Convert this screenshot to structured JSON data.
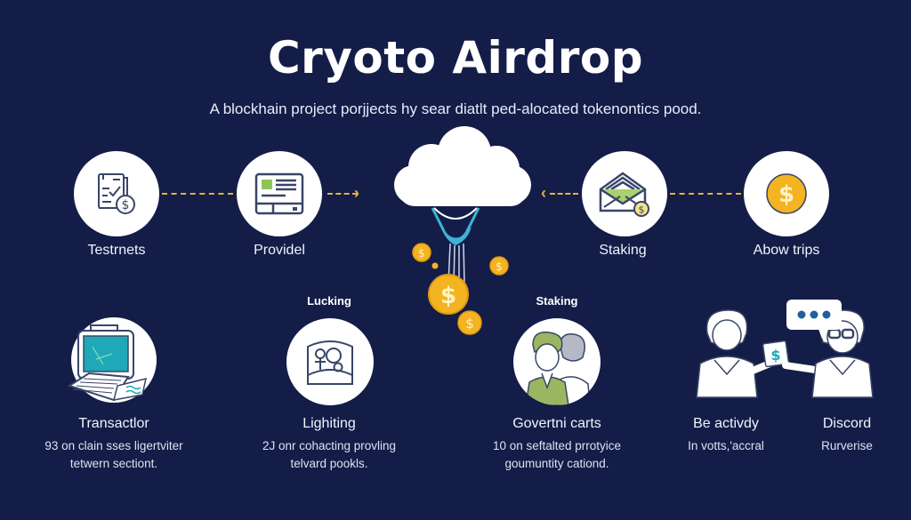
{
  "header": {
    "title": "Cryoto Airdrop",
    "subtitle": "A blockhain project porjjects hy sear diatlt ped-alocated tokenontics pood."
  },
  "colors": {
    "background": "#141d48",
    "accent_dash": "#e8b23a",
    "coin_gold": "#f4b321",
    "icon_stroke": "#3a4668",
    "icon_green": "#8dc45a",
    "parachute_blue": "#3db3d6"
  },
  "top_row": [
    {
      "label": "Testrnets",
      "icon": "document-dollar-icon"
    },
    {
      "label": "Providel",
      "icon": "browser-window-icon"
    },
    {
      "label": "Staking",
      "icon": "envelope-dollar-icon"
    },
    {
      "label": "Abow trips",
      "icon": "gold-coin-icon"
    }
  ],
  "center": {
    "icon": "cloud-airdrop-icon",
    "coins": "falling-coins-icon"
  },
  "bottom_row": [
    {
      "heading": "",
      "label": "Transactlor",
      "desc_line1": "93 on clain sses ligertviter",
      "desc_line2": "tetwern sectiont.",
      "icon": "computer-terminal-icon"
    },
    {
      "heading": "Lucking",
      "label": "Lighiting",
      "desc_line1": "2J onr cohacting provling",
      "desc_line2": "telvard pookls.",
      "icon": "people-frame-icon"
    },
    {
      "heading": "Staking",
      "label": "Govertni carts",
      "desc_line1": "10 on seftalted prrotyice",
      "desc_line2": "goumuntity cationd.",
      "icon": "two-people-icon"
    },
    {
      "heading": "",
      "label": "Be activdy",
      "desc_line1": "In votts,'accral",
      "desc_line2": "",
      "icon": "people-exchange-icon"
    },
    {
      "heading": "",
      "label": "Discord",
      "desc_line1": "Rurverise",
      "desc_line2": "",
      "icon": "chat-bubble-icon"
    }
  ]
}
